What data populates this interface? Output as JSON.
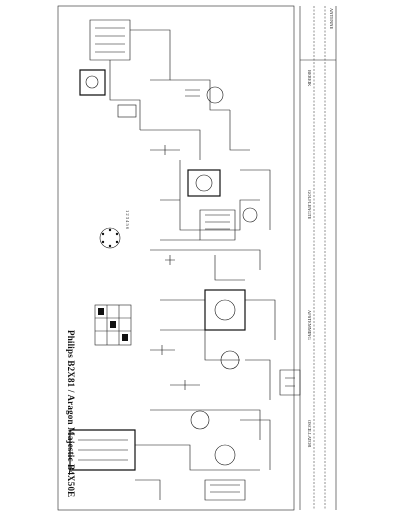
{
  "diagram": {
    "title": "Philips B2X81 / Aragon Majestic B4X50E",
    "left_panel_label": "1 2 3 4 5 6",
    "right_panel": {
      "header": "ANTENNE",
      "columns": [
        "BEREIK",
        "GOLFLENGTE",
        "AFSTEMMING",
        "OSCILLATOR"
      ]
    }
  },
  "colors": {
    "ink": "#111111",
    "paper": "#ffffff"
  }
}
